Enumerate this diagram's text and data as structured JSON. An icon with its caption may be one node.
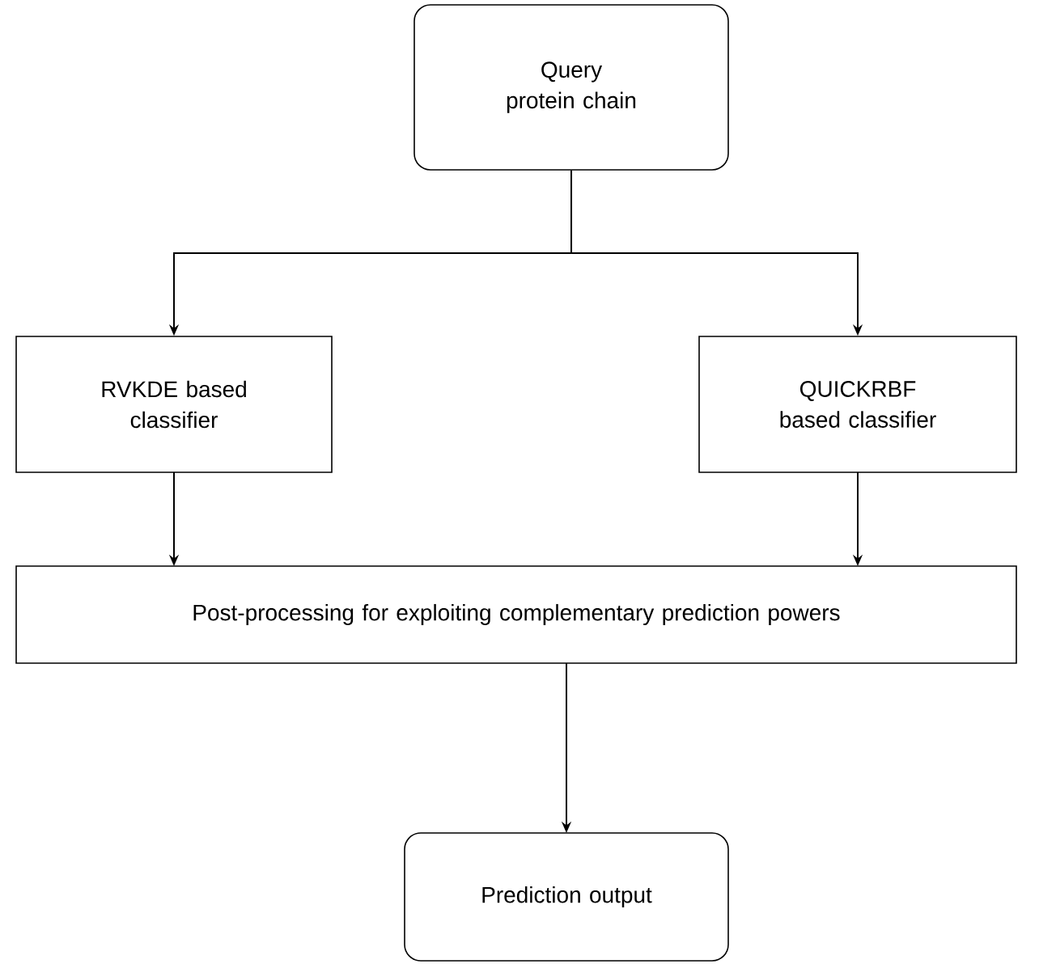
{
  "diagram": {
    "nodes": [
      {
        "text": [
          "Query protein chain"
        ]
      },
      {
        "text": [
          "RVKDE based classifier"
        ]
      },
      {
        "text": [
          "QUICKRBF based classifier"
        ]
      },
      {
        "text": [
          "Post-processing for exploiting complementary prediction powers"
        ]
      },
      {
        "text": [
          "Prediction output"
        ]
      }
    ],
    "edges": [
      {
        "from": 0,
        "to": 1,
        "arrow": "to"
      },
      {
        "from": 0,
        "to": 2,
        "arrow": "to"
      },
      {
        "from": 1,
        "to": 3,
        "arrow": "to"
      },
      {
        "from": 2,
        "to": 3,
        "arrow": "to"
      },
      {
        "from": 3,
        "to": 4,
        "arrow": "to"
      }
    ]
  }
}
